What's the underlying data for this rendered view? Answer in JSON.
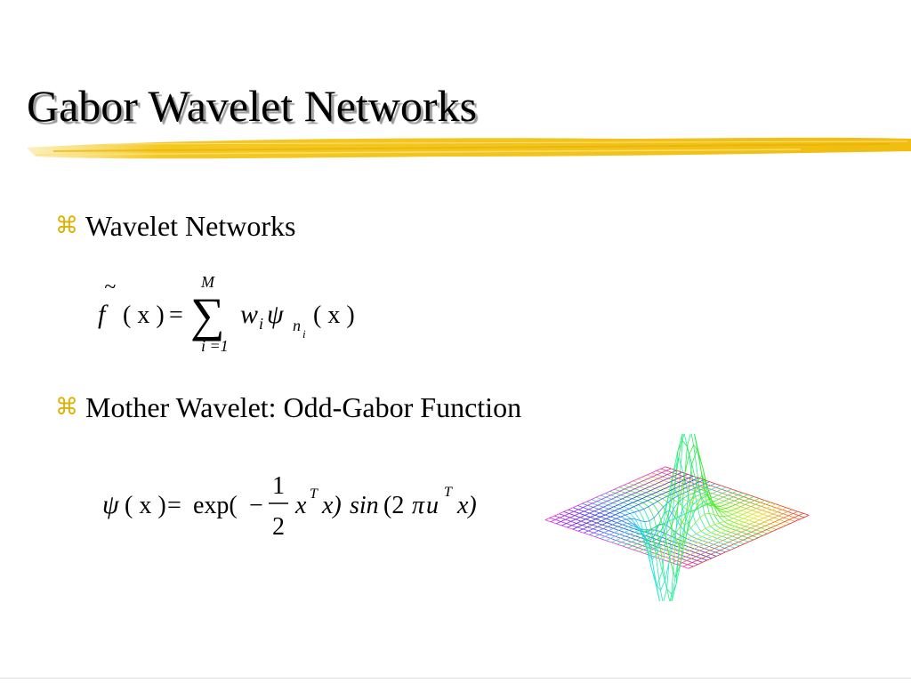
{
  "slide": {
    "title": "Gabor Wavelet Networks",
    "bullets": [
      {
        "text": "Wavelet Networks"
      },
      {
        "text": "Mother Wavelet: Odd-Gabor Function"
      }
    ],
    "bullet_icon": "command-key-icon",
    "colors": {
      "accent": "#f2c21a",
      "bullet": "#e0b100",
      "text": "#000000"
    }
  },
  "eq1": {
    "tilde": "~",
    "f": "f",
    "arg": "( x )",
    "equals": "=",
    "sum": "∑",
    "upper": "M",
    "lower": "i =1",
    "w": "w",
    "i": "i",
    "psi": "ψ",
    "n": "n",
    "n_sub": "i",
    "arg2": "( x )"
  },
  "eq2": {
    "psi": "ψ",
    "arg": "( x )",
    "equals": "=",
    "exp": "exp(",
    "minus": "−",
    "num": "1",
    "den": "2",
    "x": "x",
    "T": "T",
    "mid": "x)",
    "sin": "sin",
    "open": "(2",
    "pi": "π",
    "u": "u",
    "T2": "T",
    "close": "x)"
  }
}
